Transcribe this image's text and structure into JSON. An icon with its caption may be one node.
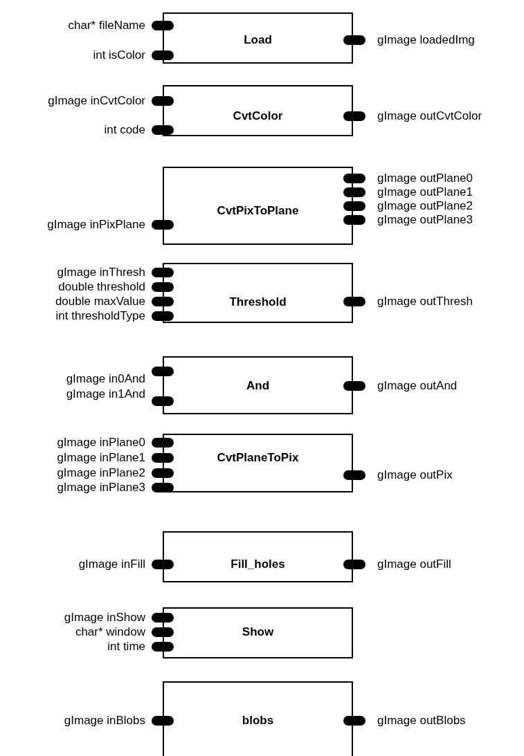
{
  "diagram": {
    "nodes": [
      {
        "text": [
          "Load"
        ],
        "beside": [
          "char* fileName",
          "int isColor",
          "gImage loadedImg"
        ]
      },
      {
        "text": [
          "CvtColor"
        ],
        "beside": [
          "gImage inCvtColor",
          "int code",
          "gImage outCvtColor"
        ]
      },
      {
        "text": [
          "CvtPixToPlane"
        ],
        "beside": [
          "gImage inPixPlane",
          "gImage outPlane0",
          "gImage outPlane1",
          "gImage outPlane2",
          "gImage outPlane3"
        ]
      },
      {
        "text": [
          "Threshold"
        ],
        "beside": [
          "gImage inThresh",
          "double threshold",
          "double maxValue",
          "int thresholdType",
          "gImage outThresh"
        ]
      },
      {
        "text": [
          "And"
        ],
        "beside": [
          "gImage in0And",
          "gImage in1And",
          "gImage outAnd"
        ]
      },
      {
        "text": [
          "CvtPlaneToPix"
        ],
        "beside": [
          "gImage inPlane0",
          "gImage inPlane1",
          "gImage inPlane2",
          "gImage inPlane3",
          "gImage outPix"
        ]
      },
      {
        "text": [
          "Fill_holes"
        ],
        "beside": [
          "gImage inFill",
          "gImage outFill"
        ]
      },
      {
        "text": [
          "Show"
        ],
        "beside": [
          "gImage inShow",
          "char* window",
          "int time"
        ]
      },
      {
        "text": [
          "blobs"
        ],
        "beside": [
          "gImage inBlobs",
          "gImage outBlobs"
        ]
      }
    ]
  }
}
